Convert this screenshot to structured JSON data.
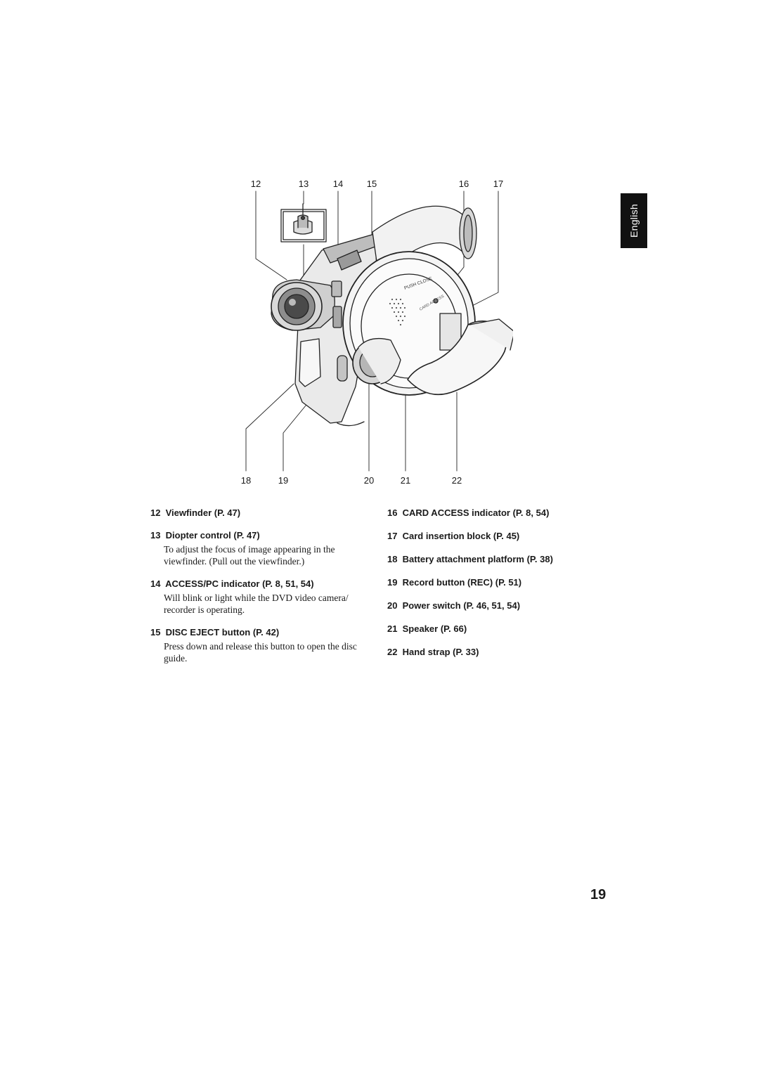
{
  "side_tab": {
    "label": "English"
  },
  "figure": {
    "top_callouts": [
      "12",
      "13",
      "14",
      "15",
      "16",
      "17"
    ],
    "bottom_callouts": [
      "18",
      "19",
      "20",
      "21",
      "22"
    ],
    "camera_labels": {
      "push_close": "PUSH CLOSE",
      "card_access": "CARD ACCESS"
    }
  },
  "items_left": [
    {
      "num": "12",
      "title": "Viewfinder (P. 47)",
      "desc": ""
    },
    {
      "num": "13",
      "title": "Diopter control (P. 47)",
      "desc": "To adjust the focus of image appearing in the viewfinder. (Pull out the viewfinder.)"
    },
    {
      "num": "14",
      "title": "ACCESS/PC indicator (P. 8, 51, 54)",
      "desc": "Will blink or light while the DVD video camera/ recorder is operating."
    },
    {
      "num": "15",
      "title": "DISC EJECT button (P. 42)",
      "desc": "Press down and release this button to open the disc guide."
    }
  ],
  "items_right": [
    {
      "num": "16",
      "title": "CARD ACCESS indicator (P. 8, 54)"
    },
    {
      "num": "17",
      "title": "Card insertion block (P. 45)"
    },
    {
      "num": "18",
      "title": "Battery attachment platform (P. 38)"
    },
    {
      "num": "19",
      "title": "Record button (REC) (P. 51)"
    },
    {
      "num": "20",
      "title": "Power switch (P. 46, 51, 54)"
    },
    {
      "num": "21",
      "title": "Speaker (P. 66)"
    },
    {
      "num": "22",
      "title": "Hand strap (P. 33)"
    }
  ],
  "page_number": "19"
}
